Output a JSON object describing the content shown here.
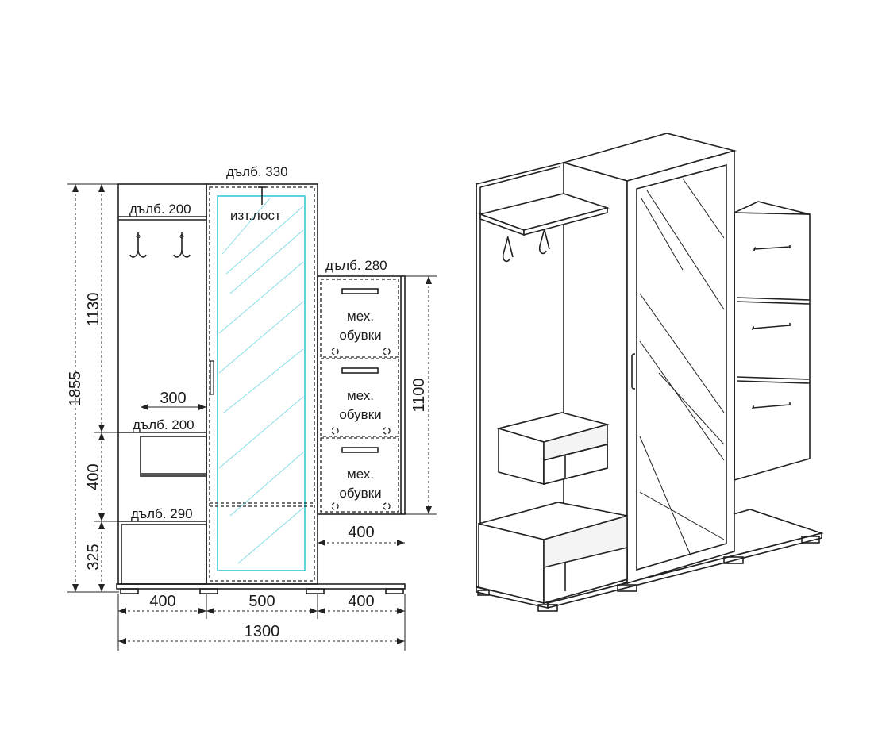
{
  "labels": {
    "depth_330": "дълб. 330",
    "depth_200_top": "дълб. 200",
    "rod": "изт.лост",
    "depth_280": "дълб. 280",
    "depth_200_mid": "дълб. 200",
    "depth_290": "дълб. 290",
    "shoe_line1": "мех.",
    "shoe_line2": "обувки"
  },
  "dimensions": {
    "total_height": "1855",
    "upper_height": "1130",
    "middle_height": "400",
    "lower_height": "325",
    "shelf_width": "300",
    "shoe_height": "1100",
    "shoe_width": "400",
    "left_width": "400",
    "center_width": "500",
    "right_width": "400",
    "total_width": "1300"
  },
  "colors": {
    "line": "#222222",
    "mirror": "#35c7d6",
    "background": "#ffffff"
  }
}
